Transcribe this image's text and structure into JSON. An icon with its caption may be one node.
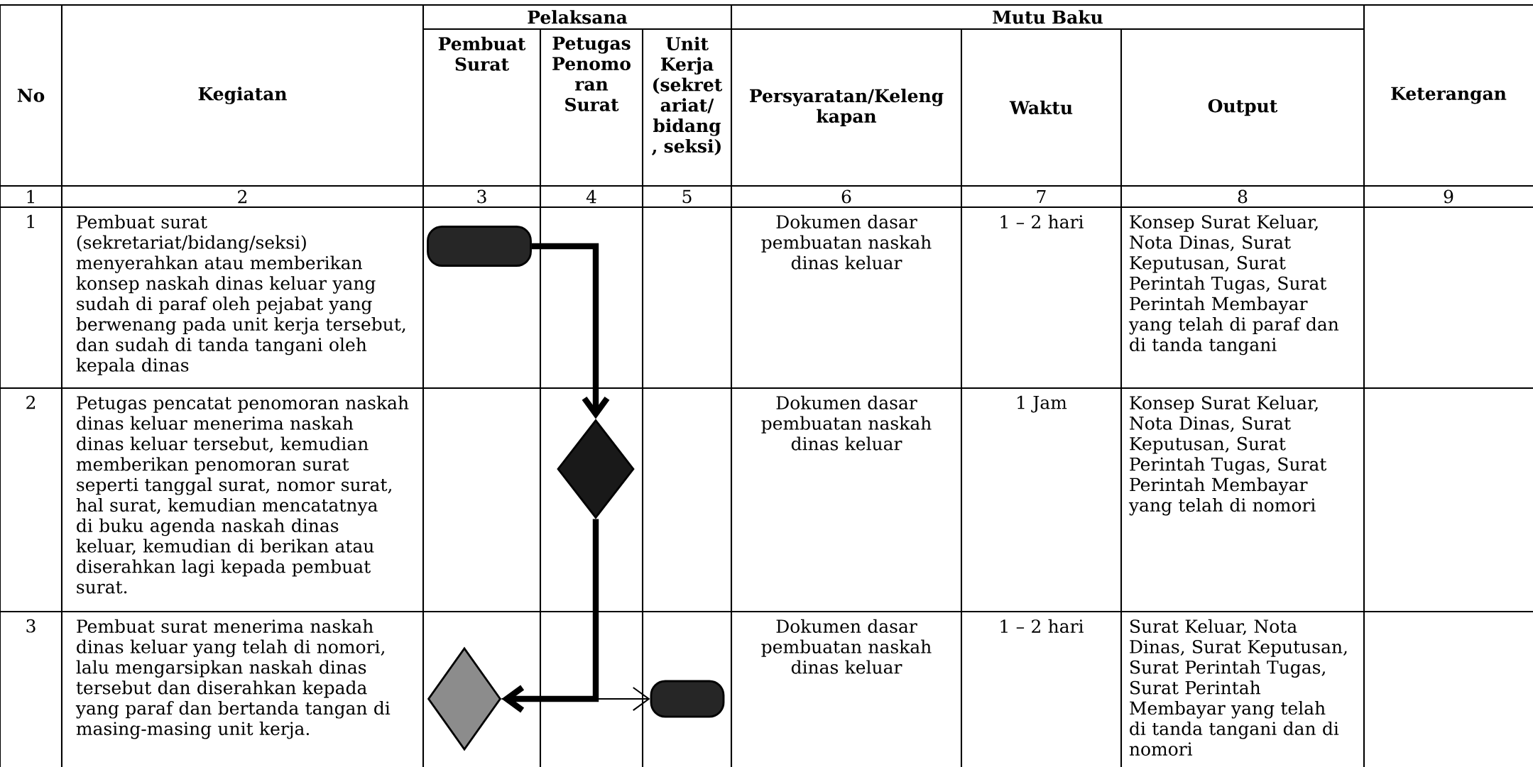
{
  "diagram": {
    "nodes": [
      {
        "text": [],
        "shape": "box"
      },
      {
        "text": [],
        "shape": "diamond"
      },
      {
        "text": [],
        "shape": "diamond"
      },
      {
        "text": [],
        "shape": "box"
      }
    ],
    "edges": [
      {
        "from": 0,
        "to": 1,
        "arrow": "to"
      },
      {
        "from": 1,
        "to": 2,
        "arrow": "to"
      },
      {
        "from": 2,
        "to": 3,
        "arrow": "to"
      }
    ],
    "labels": [
      "Pelaksana",
      "Mutu Baku",
      "No",
      "Kegiatan",
      "Pembuat Surat",
      "Petugas Penomo ran Surat",
      "Unit Kerja (sekret ariat/ bidang , seksi)",
      "Persyaratan/Keleng kapan",
      "Waktu",
      "Output",
      "Keterangan",
      "1",
      "2",
      "3",
      "4",
      "5",
      "6",
      "7",
      "8",
      "9",
      "1",
      "Pembuat surat (sekretariat/bidang/seksi) menyerahkan atau memberikan konsep naskah dinas keluar yang sudah di paraf oleh pejabat yang berwenang pada unit kerja tersebut, dan  sudah di tanda tangani oleh kepala dinas",
      "Dokumen dasar pembuatan naskah dinas keluar",
      "1 – 2 hari",
      "Konsep Surat Keluar, Nota Dinas, Surat Keputusan, Surat Perintah Tugas, Surat Perintah Membayar yang telah di paraf dan di tanda tangani",
      "2",
      "Petugas pencatat penomoran naskah dinas keluar menerima naskah dinas keluar tersebut, kemudian memberikan penomoran surat seperti tanggal surat, nomor surat, hal surat, kemudian mencatatnya di buku agenda naskah dinas keluar, kemudian di berikan atau diserahkan lagi kepada pembuat surat.",
      "Dokumen dasar pembuatan naskah dinas keluar",
      "1 Jam",
      "Konsep Surat Keluar, Nota Dinas, Surat Keputusan, Surat Perintah Tugas, Surat Perintah Membayar yang telah di nomori",
      "3",
      "Pembuat surat menerima naskah dinas keluar yang telah di nomori, lalu mengarsipkan naskah dinas tersebut dan diserahkan kepada yang paraf dan bertanda tangan di masing-masing unit kerja.",
      "Dokumen dasar pembuatan naskah dinas keluar",
      "1 – 2 hari",
      "Surat Keluar, Nota Dinas, Surat Keputusan, Surat Perintah Tugas, Surat Perintah Membayar yang telah di tanda tangani dan di nomori"
    ]
  }
}
